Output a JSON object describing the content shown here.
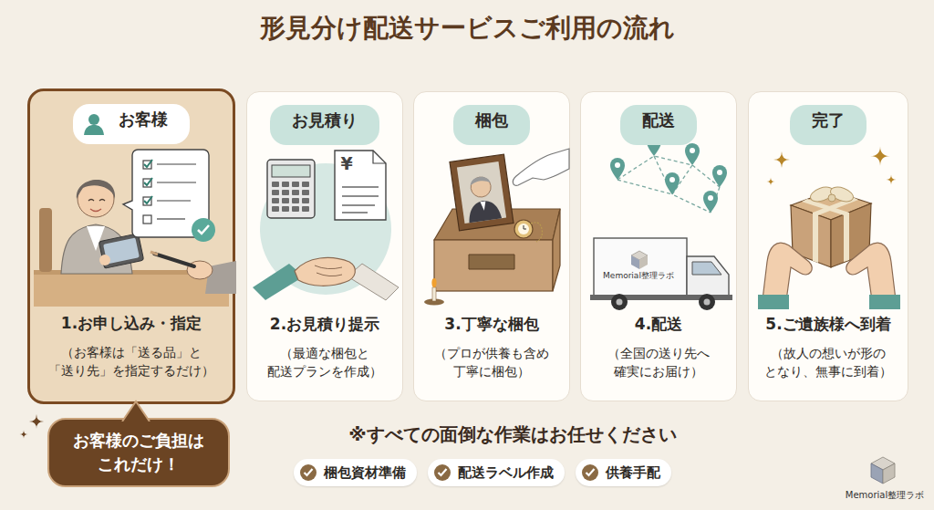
{
  "diagram": {
    "title": "形見分け配送サービスご利用の流れ",
    "nodes": [
      {
        "text": [
          "1.お申し込み・指定",
          "（お客様は「送る品」と 「送り先」を指定するだけ）"
        ]
      },
      {
        "text": [
          "お客様"
        ],
        "in": 0
      },
      {
        "text": [
          "2.お見積り提示",
          "（最適な梱包と 配送プランを作成）"
        ]
      },
      {
        "text": [
          "お見積り"
        ],
        "in": 2
      },
      {
        "text": [
          "3.丁寧な梱包",
          "（プロが供養も含め 丁寧に梱包）"
        ]
      },
      {
        "text": [
          "梱包"
        ],
        "in": 4
      },
      {
        "text": [
          "4.配送",
          "（全国の送り先へ 確実にお届け）"
        ]
      },
      {
        "text": [
          "配送"
        ],
        "in": 6
      },
      {
        "text": [
          "5.ご遺族様へ到着",
          "（故人の想いが形の となり、無事に到着）"
        ]
      },
      {
        "text": [
          "完了"
        ],
        "in": 8
      },
      {
        "text": [
          "お客様のご負担は これだけ！"
        ]
      },
      {
        "text": [
          "梱包資材準備"
        ]
      },
      {
        "text": [
          "配送ラベル作成"
        ]
      },
      {
        "text": [
          "供養手配"
        ]
      }
    ],
    "labels": [
      "※すべての面倒な作業はお任せください",
      "¥",
      "Memorial整理ラボ",
      "Memorial整理ラボ"
    ]
  }
}
